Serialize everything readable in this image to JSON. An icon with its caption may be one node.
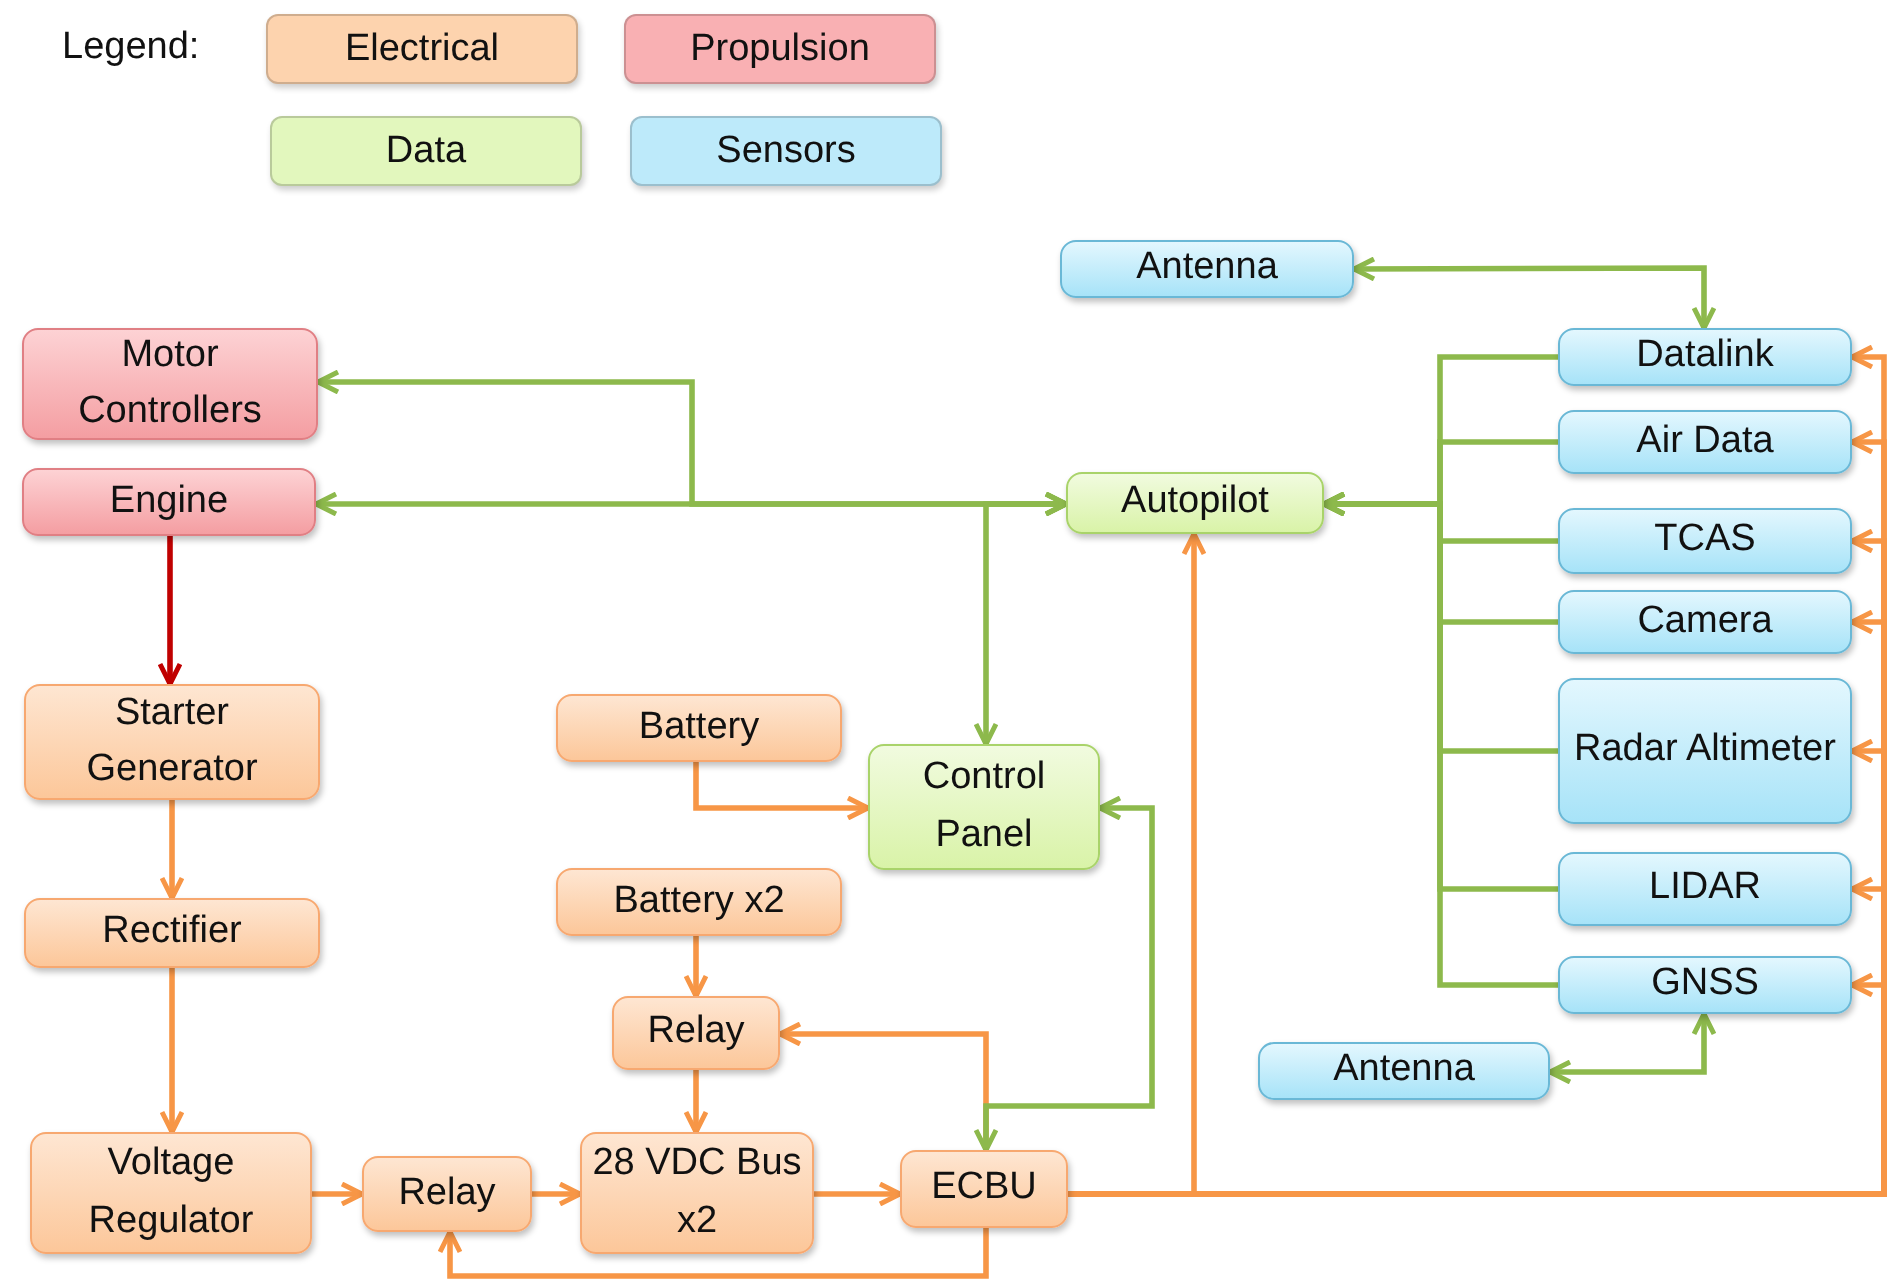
{
  "diagram": {
    "nodes": [
      {
        "text": [
          "Antenna"
        ]
      },
      {
        "text": [
          "Datalink"
        ]
      },
      {
        "text": [
          "Motor Controllers"
        ]
      },
      {
        "text": [
          "Air Data"
        ]
      },
      {
        "text": [
          "Engine"
        ]
      },
      {
        "text": [
          "Autopilot"
        ]
      },
      {
        "text": [
          "TCAS"
        ]
      },
      {
        "text": [
          "Camera"
        ]
      },
      {
        "text": [
          "Starter Generator"
        ]
      },
      {
        "text": [
          "Battery"
        ]
      },
      {
        "text": [
          "Control Panel"
        ]
      },
      {
        "text": [
          "Radar Altimeter"
        ]
      },
      {
        "text": [
          "Rectifier"
        ]
      },
      {
        "text": [
          "Battery x2"
        ]
      },
      {
        "text": [
          "LIDAR"
        ]
      },
      {
        "text": [
          "GNSS"
        ]
      },
      {
        "text": [
          "Relay"
        ]
      },
      {
        "text": [
          "Antenna"
        ]
      },
      {
        "text": [
          "Voltage Regulator"
        ]
      },
      {
        "text": [
          "Relay"
        ]
      },
      {
        "text": [
          "28 VDC Bus x2"
        ]
      },
      {
        "text": [
          "ECBU"
        ]
      }
    ],
    "edges": [
      {
        "from": 0,
        "to": 1,
        "arrow": "both",
        "color": "#8db94c"
      },
      {
        "from": 2,
        "to": 5,
        "arrow": "both",
        "color": "#8db94c"
      },
      {
        "from": 4,
        "to": 5,
        "arrow": "both",
        "color": "#8db94c"
      },
      {
        "from": 10,
        "to": 5,
        "arrow": "both",
        "color": "#8db94c"
      },
      {
        "from": 1,
        "to": 5,
        "arrow": "to",
        "color": "#8db94c"
      },
      {
        "from": 3,
        "to": 5,
        "arrow": "to",
        "color": "#8db94c"
      },
      {
        "from": 6,
        "to": 5,
        "arrow": "to",
        "color": "#8db94c"
      },
      {
        "from": 7,
        "to": 5,
        "arrow": "to",
        "color": "#8db94c"
      },
      {
        "from": 11,
        "to": 5,
        "arrow": "to",
        "color": "#8db94c"
      },
      {
        "from": 14,
        "to": 5,
        "arrow": "to",
        "color": "#8db94c"
      },
      {
        "from": 15,
        "to": 5,
        "arrow": "to",
        "color": "#8db94c"
      },
      {
        "from": 15,
        "to": 17,
        "arrow": "both",
        "color": "#8db94c"
      },
      {
        "from": 4,
        "to": 8,
        "arrow": "to",
        "color": "#c00000"
      },
      {
        "from": 8,
        "to": 12,
        "arrow": "to"
      },
      {
        "from": 12,
        "to": 18,
        "arrow": "to"
      },
      {
        "from": 18,
        "to": 19,
        "arrow": "to"
      },
      {
        "from": 19,
        "to": 20,
        "arrow": "to"
      },
      {
        "from": 20,
        "to": 21,
        "arrow": "to"
      },
      {
        "from": 9,
        "to": 10,
        "arrow": "to"
      },
      {
        "from": 13,
        "to": 16,
        "arrow": "to"
      },
      {
        "from": 16,
        "to": 20,
        "arrow": "to"
      },
      {
        "from": 21,
        "to": 16,
        "arrow": "to"
      },
      {
        "from": 21,
        "to": 19,
        "arrow": "to"
      },
      {
        "from": 21,
        "to": 10,
        "arrow": "both",
        "color": "#8db94c"
      },
      {
        "from": 21,
        "to": 5,
        "arrow": "to"
      },
      {
        "from": 21,
        "to": 1,
        "arrow": "to"
      },
      {
        "from": 21,
        "to": 3,
        "arrow": "to"
      },
      {
        "from": 21,
        "to": 6,
        "arrow": "to"
      },
      {
        "from": 21,
        "to": 7,
        "arrow": "to"
      },
      {
        "from": 21,
        "to": 11,
        "arrow": "to"
      },
      {
        "from": 21,
        "to": 14,
        "arrow": "to"
      },
      {
        "from": 21,
        "to": 15,
        "arrow": "to"
      }
    ],
    "labels": [
      "Legend:"
    ],
    "legend": [
      {
        "text": "Electrical",
        "color": "#fdd3ae"
      },
      {
        "text": "Propulsion",
        "color": "#f9b0b3"
      },
      {
        "text": "Data",
        "color": "#e2f7bd"
      },
      {
        "text": "Sensors",
        "color": "#bdeafa"
      }
    ]
  }
}
